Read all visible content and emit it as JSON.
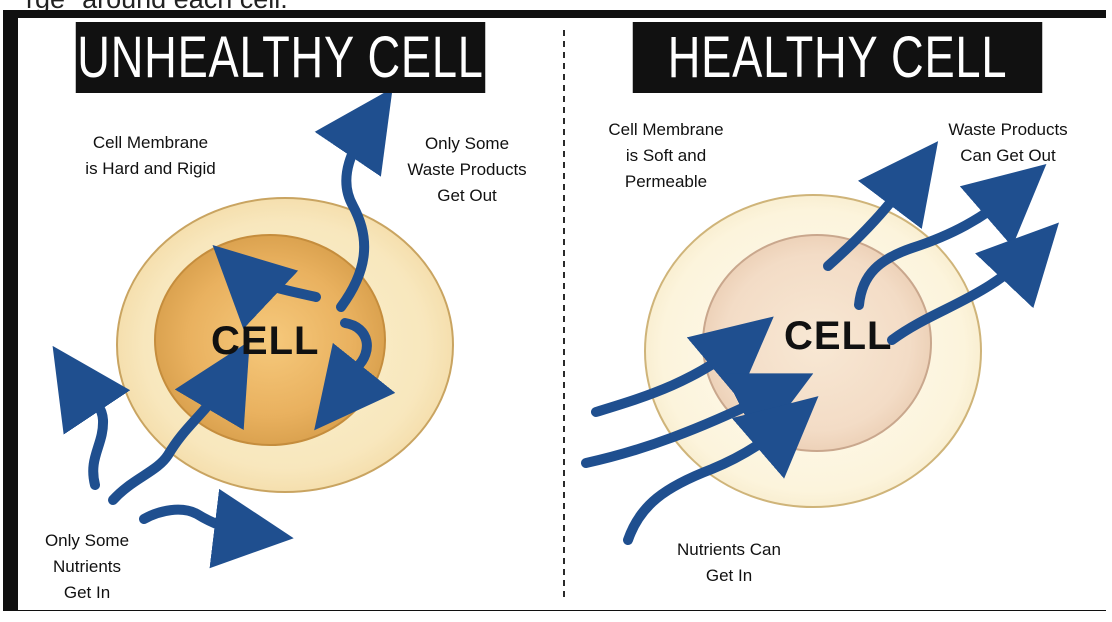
{
  "caption": "rge\" around each cell.",
  "left_panel": {
    "title": "UNHEALTHY CELL",
    "membrane_label": "Cell Membrane\nis Hard and Rigid",
    "waste_label": "Only Some\nWaste Products\nGet Out",
    "nutrients_label": "Only Some\nNutrients\nGet In",
    "cell_label": "CELL"
  },
  "right_panel": {
    "title": "HEALTHY CELL",
    "membrane_label": "Cell Membrane\nis Soft and\nPermeable",
    "waste_label": "Waste Products\nCan Get Out",
    "nutrients_label": "Nutrients Can\nGet In",
    "cell_label": "CELL"
  },
  "colors": {
    "arrow": "#1f4f8f",
    "outer_membrane_unhealthy": "#f8edc9",
    "inner_cell_unhealthy": "#e7b66a",
    "outer_membrane_healthy": "#fdf7e3",
    "inner_cell_healthy": "#f3dcc6"
  }
}
